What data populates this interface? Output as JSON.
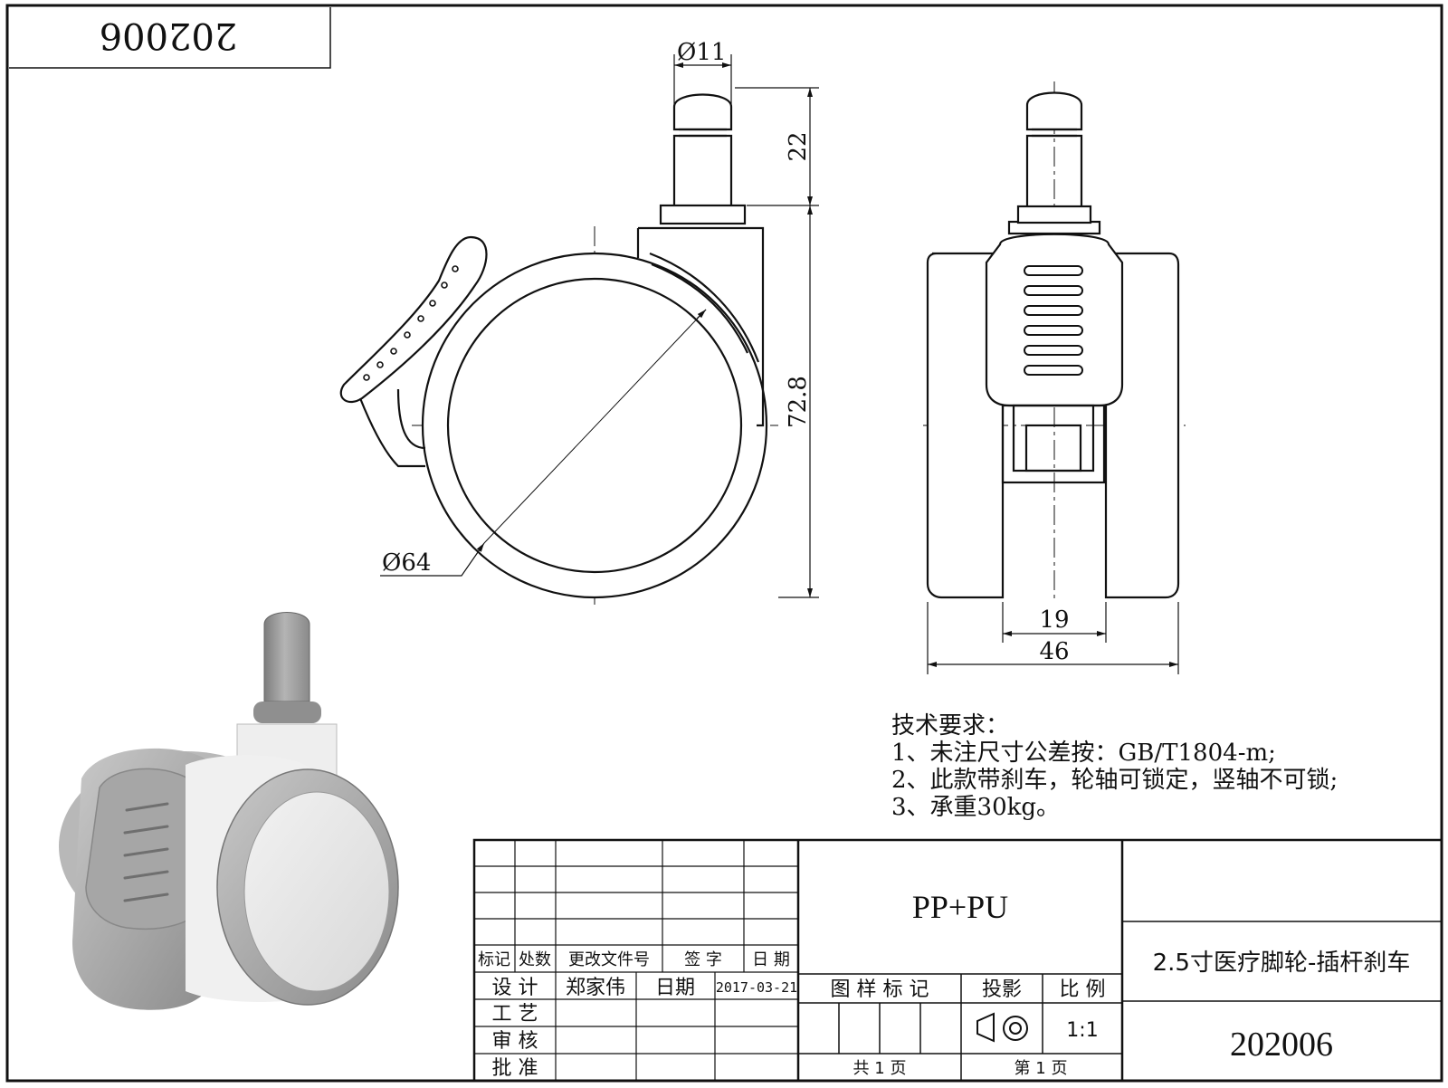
{
  "corner_code": "202006",
  "dimensions": {
    "pin_dia": "Ø11",
    "pin_len": "22",
    "height": "72.8",
    "wheel_dia": "Ø64",
    "inner_gap": "19",
    "width": "46"
  },
  "notes": {
    "heading": "技术要求：",
    "lines": [
      "1、未注尺寸公差按：GB/T1804-m;",
      "2、此款带刹车，轮轴可锁定，竖轴不可锁;",
      "3、承重30kg。"
    ]
  },
  "title_block": {
    "material": "PP+PU",
    "product_name": "2.5寸医疗脚轮-插杆刹车",
    "drawing_no": "202006",
    "rev_headers": [
      "标记",
      "处数",
      "更改文件号",
      "签 字",
      "日 期"
    ],
    "design_label": "设 计",
    "designer": "郑家伟",
    "date_label": "日期",
    "date": "2017-03-21",
    "process_label": "工 艺",
    "check_label": "审 核",
    "approve_label": "批 准",
    "sample_mark_label": "图 样 标 记",
    "projection_label": "投影",
    "scale_label": "比 例",
    "scale": "1:1",
    "total_pages": "共 1 页",
    "page_no": "第 1 页"
  },
  "colors": {
    "line": "#111111",
    "render_grey": "#9a9a9a",
    "render_light": "#e8e8e8"
  }
}
